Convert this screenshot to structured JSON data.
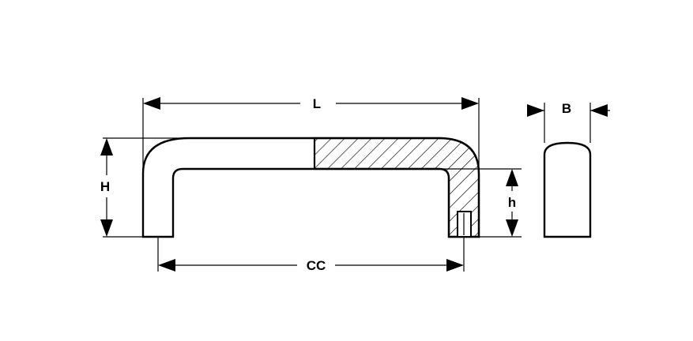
{
  "diagram": {
    "labels": {
      "L": "L",
      "B": "B",
      "H": "H",
      "h": "h",
      "CC": "CC"
    }
  }
}
